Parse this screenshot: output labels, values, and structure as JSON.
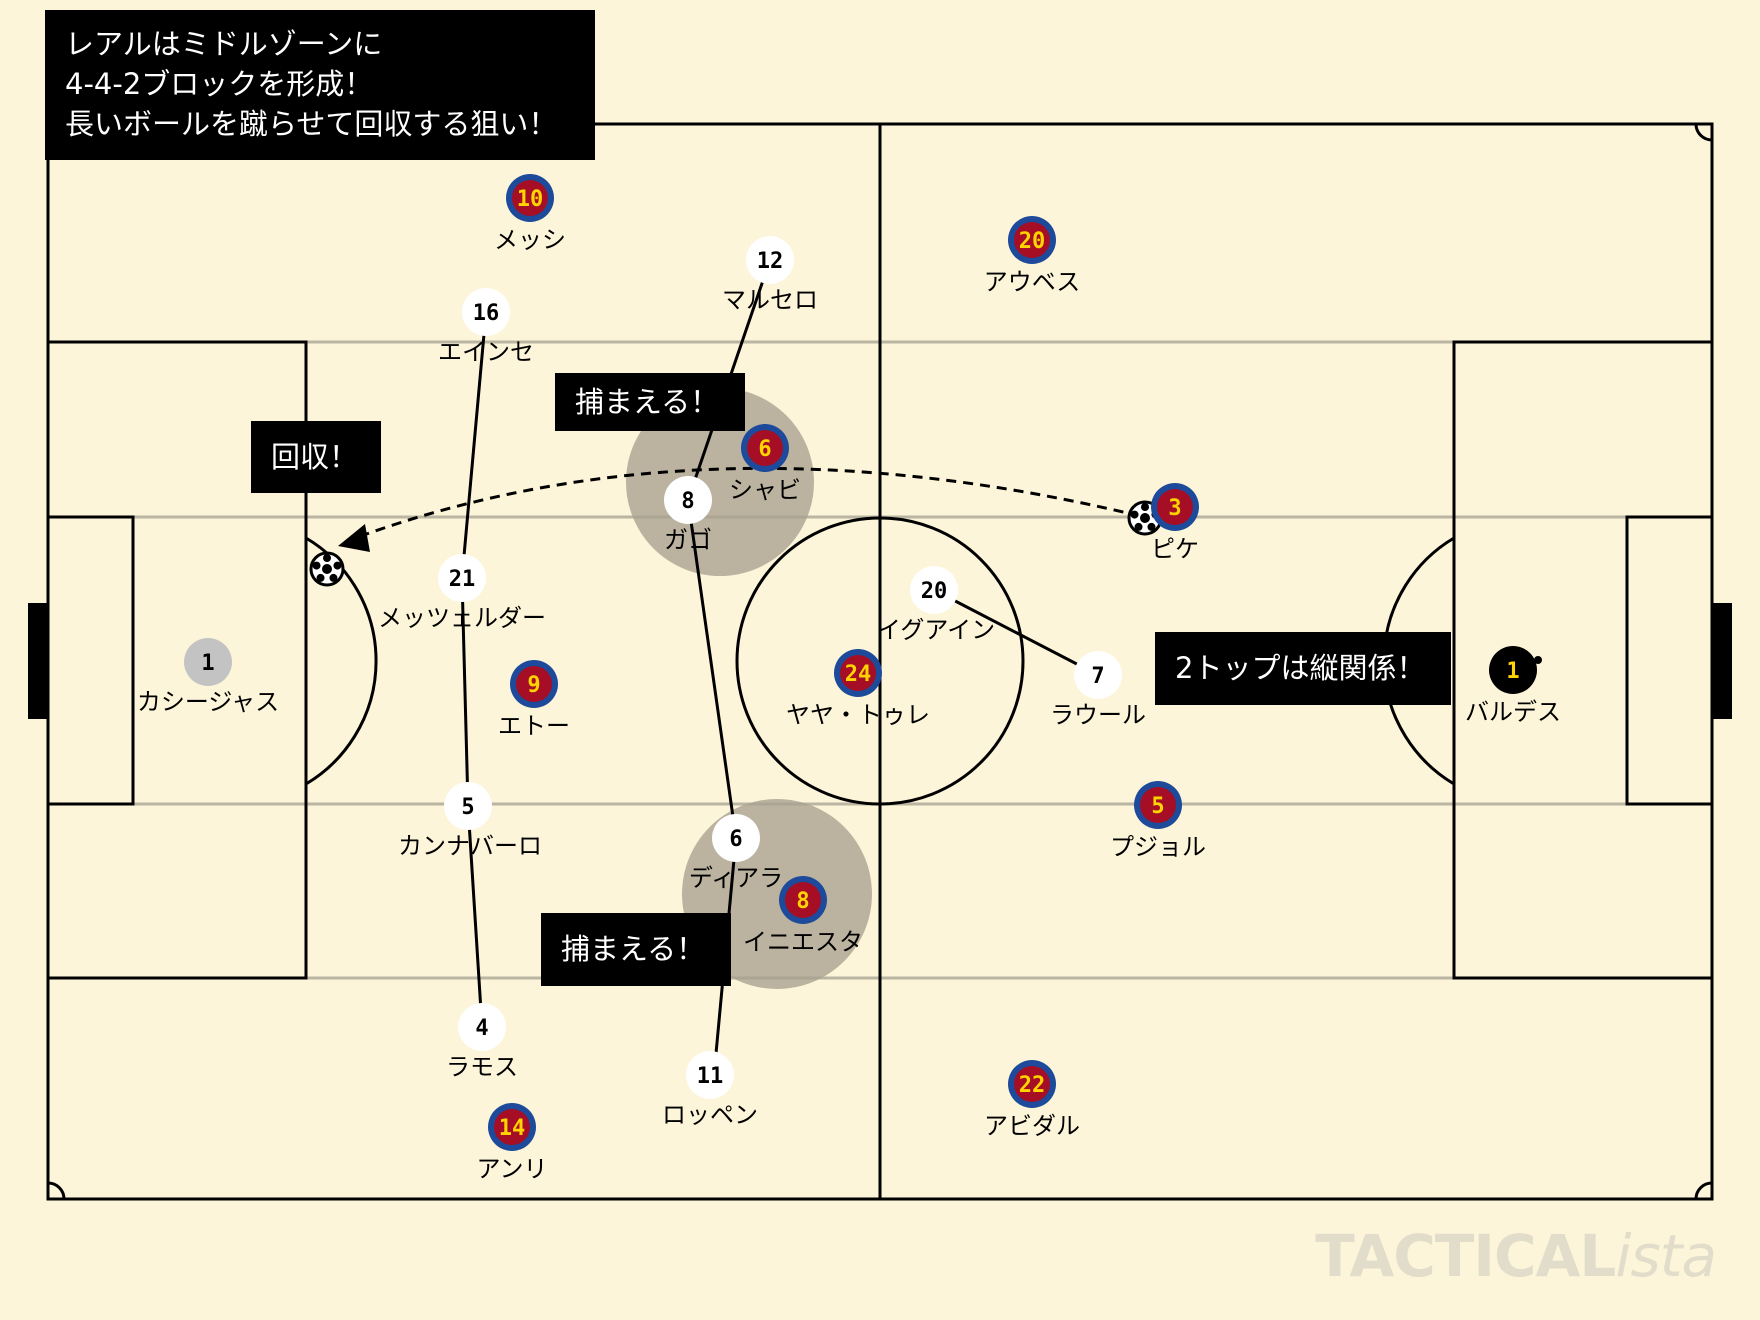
{
  "colors": {
    "background": "#fdf5d9",
    "line": "#000000",
    "zone_line": "#bbb5a3",
    "barca_fill": "#a50e24",
    "barca_ring": "#1d4a9a",
    "barca_number": "#ffd400",
    "real_fill": "#ffffff",
    "real_number": "#000000",
    "real_keeper": "#c3c3c3",
    "barca_keeper": "#000000",
    "pressing_zone": "#a8a090"
  },
  "callouts": {
    "main": "レアルはミドルゾーンに\n4-4-2ブロックを形成！\n長いボールを蹴らせて回収する狙い！",
    "recover": "回収！",
    "catch_top": "捕まえる！",
    "catch_bottom": "捕まえる！",
    "two_top": "2トップは縦関係！"
  },
  "logo": {
    "main": "TACTICAL",
    "suffix": "ista"
  },
  "barca": [
    {
      "number": "10",
      "name": "メッシ"
    },
    {
      "number": "20",
      "name": "アウベス"
    },
    {
      "number": "6",
      "name": "シャビ"
    },
    {
      "number": "3",
      "name": "ピケ"
    },
    {
      "number": "9",
      "name": "エトー"
    },
    {
      "number": "24",
      "name": "ヤヤ・トゥレ"
    },
    {
      "number": "1",
      "name": "バルデス"
    },
    {
      "number": "5",
      "name": "プジョル"
    },
    {
      "number": "8",
      "name": "イニエスタ"
    },
    {
      "number": "14",
      "name": "アンリ"
    },
    {
      "number": "22",
      "name": "アビダル"
    }
  ],
  "real": [
    {
      "number": "1",
      "name": "カシージャス"
    },
    {
      "number": "16",
      "name": "エインセ"
    },
    {
      "number": "21",
      "name": "メッツェルダー"
    },
    {
      "number": "5",
      "name": "カンナバーロ"
    },
    {
      "number": "4",
      "name": "ラモス"
    },
    {
      "number": "12",
      "name": "マルセロ"
    },
    {
      "number": "8",
      "name": "ガゴ"
    },
    {
      "number": "6",
      "name": "ディアラ"
    },
    {
      "number": "11",
      "name": "ロッペン"
    },
    {
      "number": "20",
      "name": "イグアイン"
    },
    {
      "number": "7",
      "name": "ラウール"
    }
  ]
}
